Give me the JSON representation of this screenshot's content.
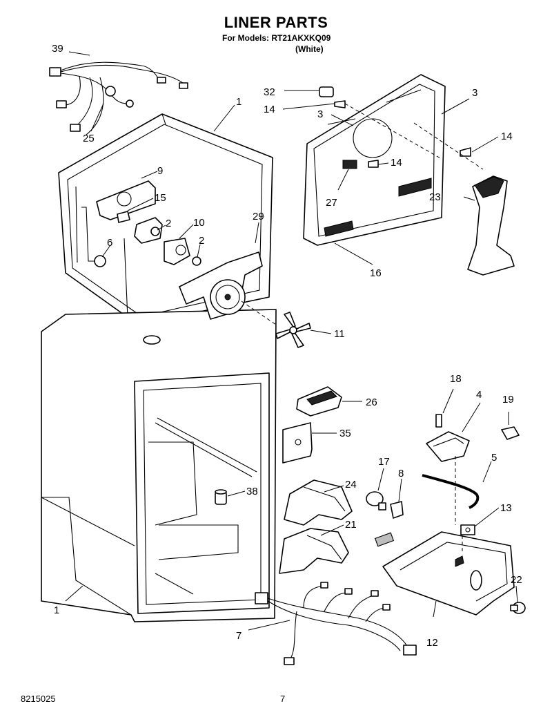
{
  "header": {
    "title": "LINER PARTS",
    "models": "For Models: RT21AKXKQ09",
    "color": "(White)"
  },
  "footer": {
    "doc_number": "8215025",
    "page": "7"
  },
  "callouts": {
    "c1a": "1",
    "c1b": "1",
    "c2a": "2",
    "c2b": "2",
    "c3a": "3",
    "c3b": "3",
    "c4": "4",
    "c5": "5",
    "c6": "6",
    "c7": "7",
    "c8": "8",
    "c9": "9",
    "c10": "10",
    "c11": "11",
    "c12": "12",
    "c13": "13",
    "c14a": "14",
    "c14b": "14",
    "c14c": "14",
    "c15": "15",
    "c16": "16",
    "c17": "17",
    "c18": "18",
    "c19": "19",
    "c21": "21",
    "c22": "22",
    "c23": "23",
    "c24": "24",
    "c25": "25",
    "c26": "26",
    "c27": "27",
    "c29": "29",
    "c32": "32",
    "c35": "35",
    "c38": "38",
    "c39": "39"
  }
}
